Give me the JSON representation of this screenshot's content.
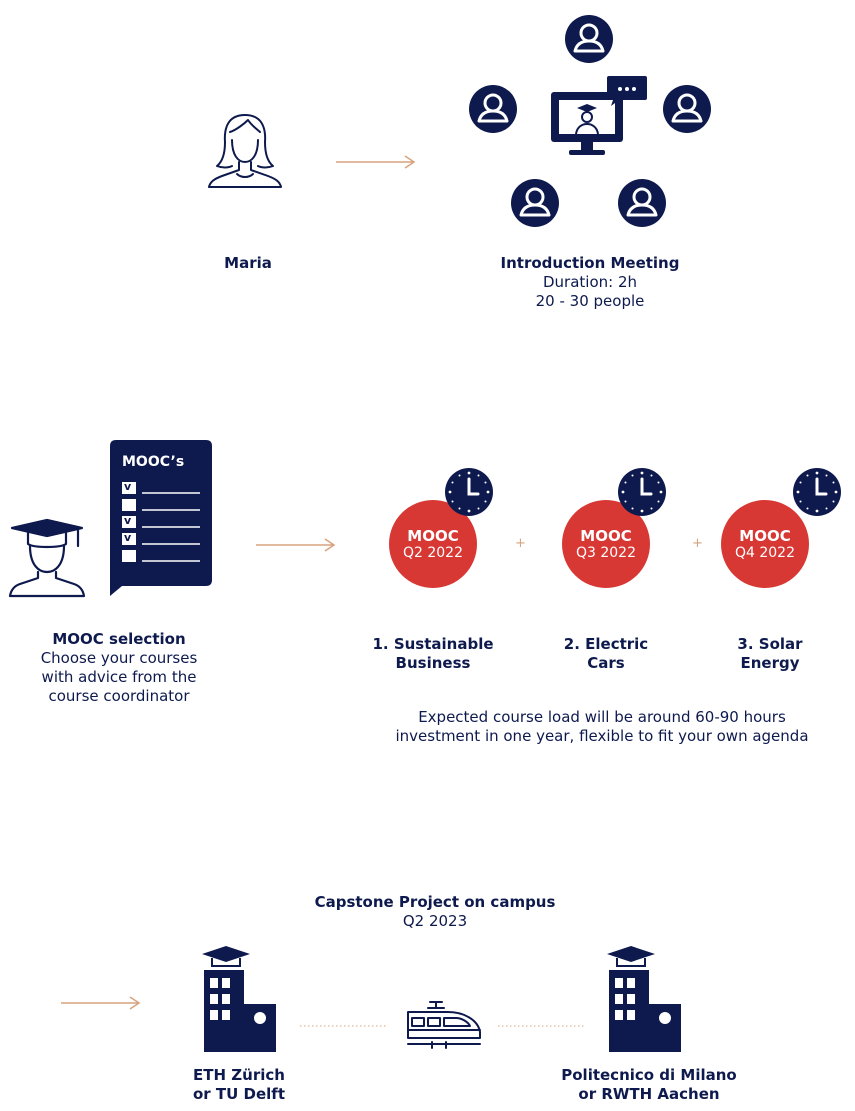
{
  "colors": {
    "navy": "#0e1a4e",
    "accent_red": "#d73834",
    "arrow_copper": "#d7a37e"
  },
  "section1": {
    "person_label": "Maria",
    "meeting_title": "Introduction Meeting",
    "meeting_duration": "Duration: 2h",
    "meeting_people": "20 - 30 people"
  },
  "section2": {
    "checklist_title": "MOOC’s",
    "checkmark": "v",
    "selection_title": "MOOC selection",
    "selection_line1": "Choose your courses",
    "selection_line2": "with advice from the",
    "selection_line3": "course coordinator",
    "plus_sign": "+",
    "moocs": [
      {
        "name": "MOOC",
        "quarter": "Q2 2022",
        "course_line1": "1. Sustainable",
        "course_line2": "Business"
      },
      {
        "name": "MOOC",
        "quarter": "Q3 2022",
        "course_line1": "2. Electric",
        "course_line2": "Cars"
      },
      {
        "name": "MOOC",
        "quarter": "Q4 2022",
        "course_line1": "3. Solar",
        "course_line2": "Energy"
      }
    ],
    "load_line1": "Expected course load will be around 60-90 hours",
    "load_line2": "investment in one year, flexible to fit your own agenda"
  },
  "section3": {
    "capstone_title": "Capstone Project on campus",
    "capstone_quarter": "Q2 2023",
    "campus_left_line1": "ETH Zürich",
    "campus_left_line2": "or TU Delft",
    "campus_right_line1": "Politecnico di Milano",
    "campus_right_line2": "or RWTH Aachen"
  },
  "icons": [
    "woman-icon",
    "arrow-right-icon",
    "video-meeting-icon",
    "user-circle-icon",
    "checklist-icon",
    "graduate-icon",
    "clock-icon",
    "university-building-icon",
    "train-icon"
  ]
}
